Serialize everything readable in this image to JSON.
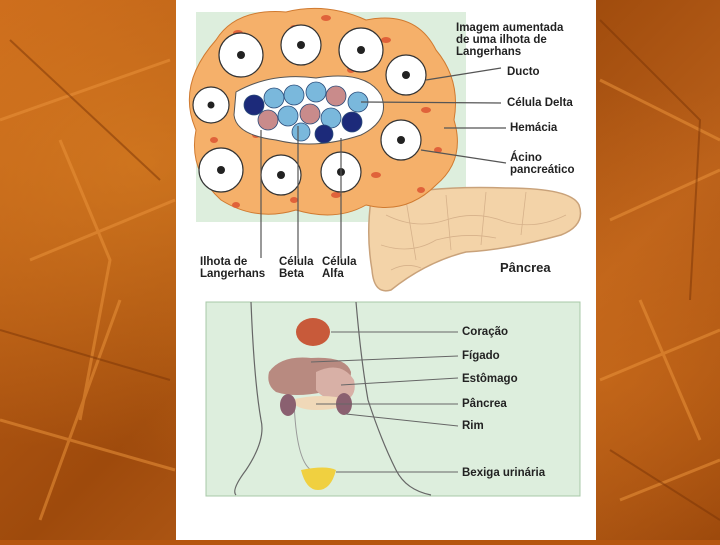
{
  "top_diagram": {
    "title": "Imagem aumentada\nde uma ilhota de\nLangerhans",
    "labels": {
      "ducto": "Ducto",
      "celula_delta": "Célula Delta",
      "hemacia": "Hemácia",
      "acino": "Ácino\npancreático",
      "ilhota": "Ilhota de\nLangerhans",
      "celula_beta": "Célula\nBeta",
      "celula_alfa": "Célula\nAlfa",
      "pancreas": "Pâncrea"
    }
  },
  "bottom_diagram": {
    "labels": {
      "coracao": "Coração",
      "figado": "Fígado",
      "estomago": "Estômago",
      "pancreas": "Pâncrea",
      "rim": "Rim",
      "bexiga": "Bexiga urinária"
    }
  },
  "colors": {
    "background": "#b5560f",
    "tissue": "#f5b06a",
    "red_cell": "#e0623a",
    "beta_cell": "#7ab8dc",
    "delta_cell": "#c98b8b",
    "alfa_cell": "#1c2a7a",
    "green_panel": "#ddeedd",
    "pancreas": "#f3d3a8",
    "heart": "#c85a3a",
    "liver": "#b88a80",
    "bladder": "#f0d040"
  }
}
